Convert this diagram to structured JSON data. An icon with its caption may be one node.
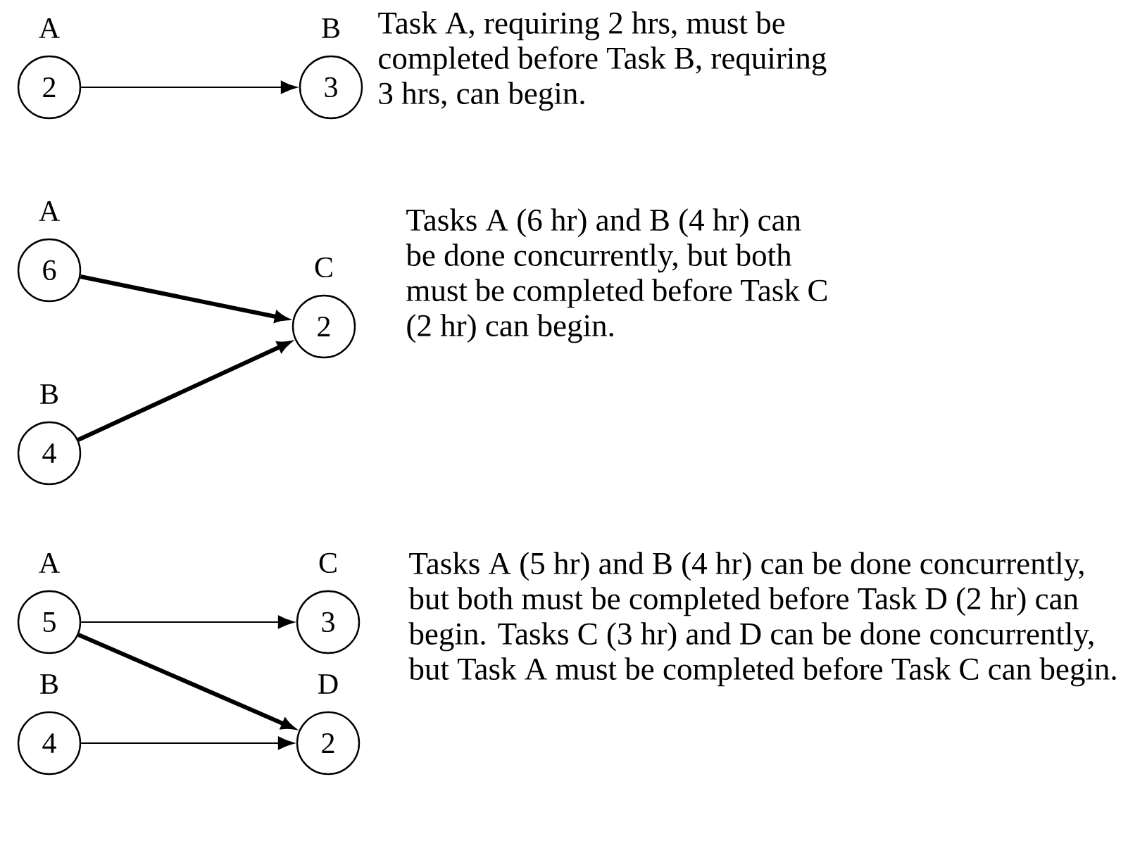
{
  "diagram": {
    "nodes": [
      {
        "text": [
          "A",
          "2"
        ]
      },
      {
        "text": [
          "B",
          "3"
        ]
      },
      {
        "text": [
          "A",
          "6"
        ]
      },
      {
        "text": [
          "C",
          "2"
        ]
      },
      {
        "text": [
          "B",
          "4"
        ]
      },
      {
        "text": [
          "A",
          "5"
        ]
      },
      {
        "text": [
          "C",
          "3"
        ]
      },
      {
        "text": [
          "B",
          "4"
        ]
      },
      {
        "text": [
          "D",
          "2"
        ]
      }
    ],
    "edges": [
      {
        "from": 0,
        "to": 1,
        "arrow": "to"
      },
      {
        "from": 2,
        "to": 3,
        "arrow": "to",
        "style": "thick"
      },
      {
        "from": 4,
        "to": 3,
        "arrow": "to",
        "style": "thick"
      },
      {
        "from": 5,
        "to": 6,
        "arrow": "to"
      },
      {
        "from": 5,
        "to": 8,
        "arrow": "to",
        "style": "thick"
      },
      {
        "from": 7,
        "to": 8,
        "arrow": "to"
      }
    ],
    "labels": [
      "Task A, requiring 2 hrs, must be completed before Task B, requiring 3 hrs, can begin.",
      "Tasks A (6 hr) and B (4 hr) can be done concurrently, but both must be completed before Task C (2 hr) can begin.",
      "Tasks A (5 hr) and B (4 hr) can be done concurrently, but both must be completed before Task D (2 hr) can begin. Tasks C (3 hr) and D can be done concurrently, but Task A must be completed before Task C can begin."
    ]
  }
}
